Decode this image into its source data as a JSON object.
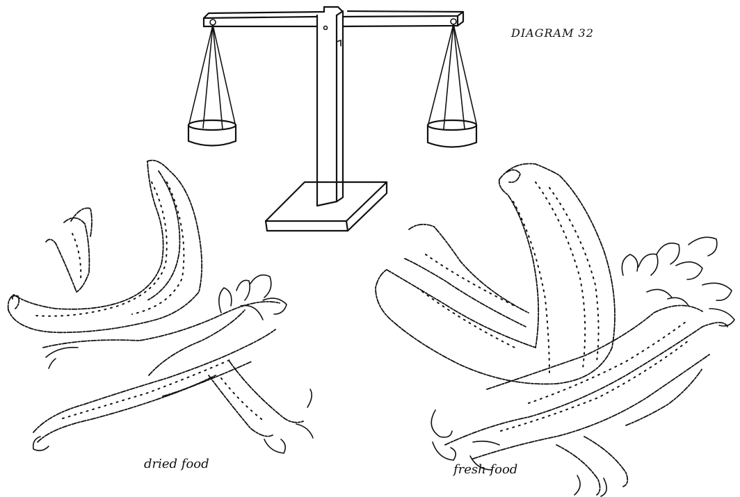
{
  "title": "DIAGRAM 32",
  "labels": {
    "dried": "dried food",
    "fresh": "fresh food"
  },
  "figures": {
    "scale": "balance-scale",
    "left": "dried-bananas-and-roots",
    "right": "fresh-bananas-and-roots"
  },
  "colors": {
    "ink": "#111111",
    "paper": "#ffffff"
  }
}
